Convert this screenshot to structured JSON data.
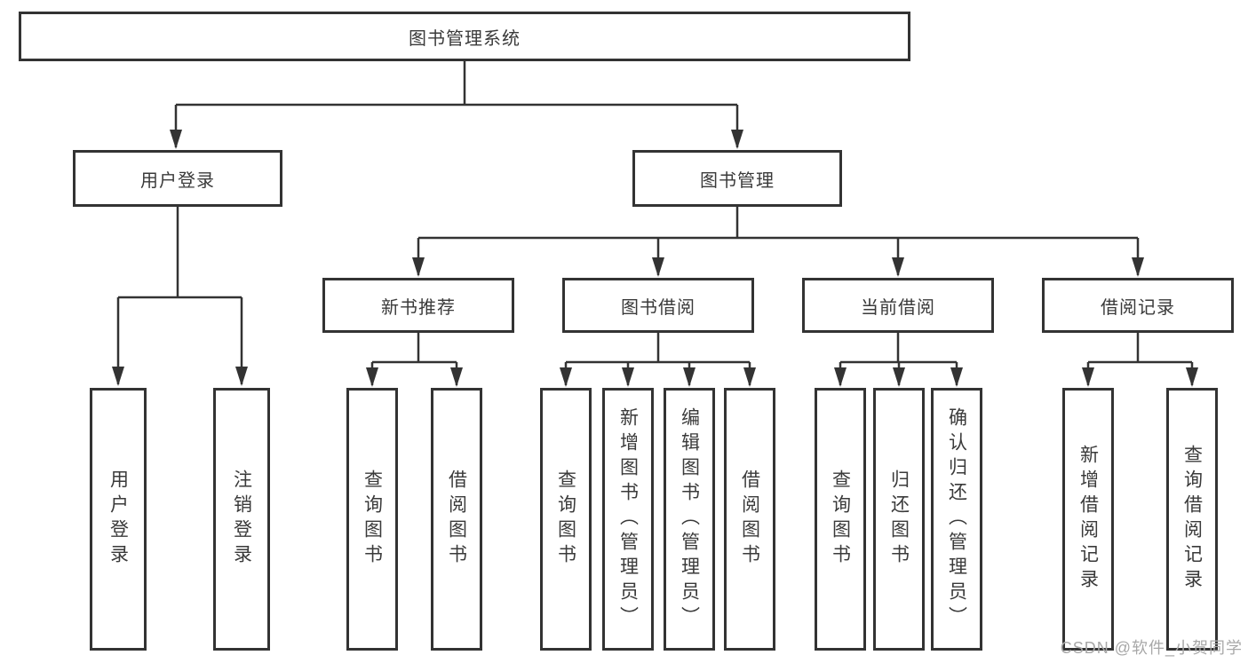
{
  "diagram": {
    "root": {
      "label": "图书管理系统"
    },
    "level2": {
      "user_login": {
        "label": "用户登录"
      },
      "book_management": {
        "label": "图书管理"
      }
    },
    "level3": {
      "new_book_recommend": {
        "label": "新书推荐"
      },
      "book_borrowing": {
        "label": "图书借阅"
      },
      "current_borrowing": {
        "label": "当前借阅"
      },
      "borrowing_records": {
        "label": "借阅记录"
      }
    },
    "leaves": {
      "user_login": {
        "label": "用户登录"
      },
      "logout_login": {
        "label": "注销登录"
      },
      "recommend_query_books": {
        "label": "查询图书"
      },
      "recommend_borrow_books": {
        "label": "借阅图书"
      },
      "borrow_query_books": {
        "label": "查询图书"
      },
      "borrow_add_books_admin": {
        "label": "新增图书（管理员）"
      },
      "borrow_edit_books_admin": {
        "label": "编辑图书（管理员）"
      },
      "borrow_borrow_books": {
        "label": "借阅图书"
      },
      "current_query_books": {
        "label": "查询图书"
      },
      "current_return_books": {
        "label": "归还图书"
      },
      "current_confirm_return_admin": {
        "label": "确认归还（管理员）"
      },
      "records_add_borrow_record": {
        "label": "新增借阅记录"
      },
      "records_query_borrow_record": {
        "label": "查询借阅记录"
      }
    },
    "watermark": "CSDN @软件_小贺同学",
    "colors": {
      "line": "#333333",
      "box_border": "#333333",
      "text": "#3a3a3a",
      "watermark": "#a8a8a8"
    }
  }
}
